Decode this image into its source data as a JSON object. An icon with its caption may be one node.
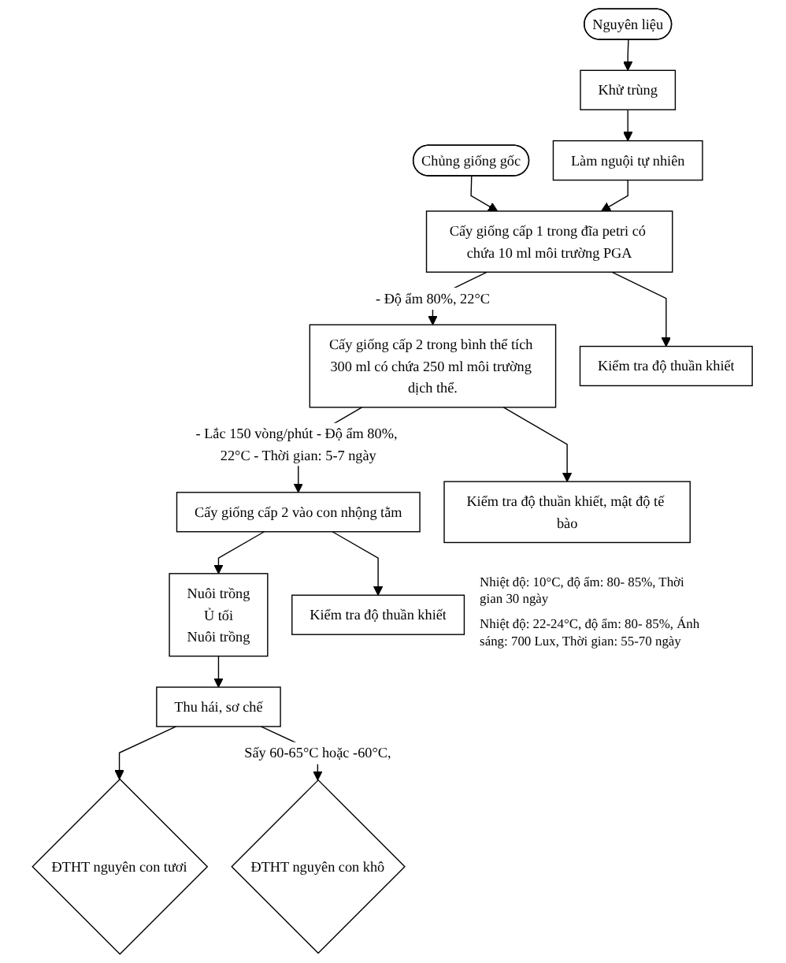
{
  "diagram": {
    "nodes": [
      {
        "text": [
          "Khử trùng"
        ]
      },
      {
        "text": [
          "Nguyên liệu"
        ]
      },
      {
        "text": [
          "Chủng giống gốc"
        ]
      },
      {
        "text": [
          "Làm nguội tự nhiên"
        ]
      },
      {
        "text": [
          "Cấy giống cấp 1 trong đĩa petri có chứa 10 ml môi trường PGA"
        ]
      },
      {
        "text": [
          "Kiểm tra độ thuần khiết"
        ]
      },
      {
        "text": [
          "Cấy giống cấp 2 trong bình thể tích 300 ml có chứa 250 ml môi trường dịch thể."
        ]
      },
      {
        "text": [
          "Kiểm tra độ thuần khiết, mật độ tế bào"
        ]
      },
      {
        "text": [
          "Cấy giống cấp 2 vào con nhộng tằm"
        ]
      },
      {
        "text": [
          "Kiểm tra độ thuần khiết"
        ]
      },
      {
        "text": [
          "Nuôi trồng",
          "Ủ tối",
          "Nuôi trồng"
        ],
        "beside": [
          "Nhiệt độ: 10°C, độ ẩm: 80- 85%, Thời gian 30 ngày",
          "Nhiệt độ: 22-24°C, độ ẩm: 80- 85%, Ánh sáng: 700 Lux, Thời gian: 55-70 ngày"
        ]
      },
      {
        "text": [
          "Thu hái, sơ chế"
        ]
      },
      {
        "text": [
          "ĐTHT nguyên con tươi"
        ]
      },
      {
        "text": [
          "ĐTHT nguyên con khô"
        ]
      }
    ],
    "edges": [
      {
        "from": 1,
        "to": 0,
        "arrow": "to"
      },
      {
        "from": 0,
        "to": 3,
        "arrow": "to"
      },
      {
        "from": 2,
        "to": 4,
        "arrow": "to"
      },
      {
        "from": 3,
        "to": 4,
        "arrow": "to"
      },
      {
        "from": 4,
        "to": 5,
        "arrow": "to"
      },
      {
        "from": 4,
        "to": 6,
        "arrow": "to",
        "label": "- Độ ẩm 80%, 22°C"
      },
      {
        "from": 6,
        "to": 7,
        "arrow": "to"
      },
      {
        "from": 6,
        "to": 8,
        "arrow": "to",
        "label": "- Lắc 150 vòng/phút - Độ ẩm 80%, 22°C - Thời gian: 5-7 ngày"
      },
      {
        "from": 8,
        "to": 9,
        "arrow": "to"
      },
      {
        "from": 8,
        "to": 10,
        "arrow": "to"
      },
      {
        "from": 10,
        "to": 11,
        "arrow": "to"
      },
      {
        "from": 11,
        "to": 12,
        "arrow": "to"
      },
      {
        "from": 11,
        "to": 13,
        "arrow": "to",
        "label": "Sấy 60-65°C hoặc -60°C,"
      }
    ]
  }
}
